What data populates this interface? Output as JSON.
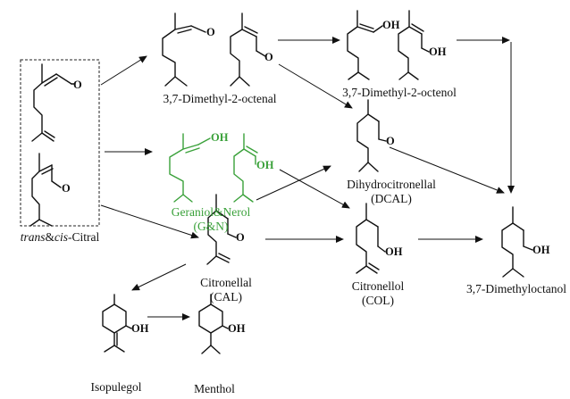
{
  "colors": {
    "ink": "#111111",
    "highlight": "#3aa13a"
  },
  "atoms": {
    "oxygen": "O",
    "hydroxyl": "OH"
  },
  "compounds": {
    "citral": {
      "italic": "trans",
      "amp": "&",
      "italic2": "cis",
      "rest": "-Citral"
    },
    "dimethyl_octenal": "3,7-Dimethyl-2-octenal",
    "dimethyl_octenol": "3,7-Dimethyl-2-octenol",
    "geraniol_nerol": "Geraniol&Nerol",
    "geraniol_nerol_abbr": "(G&N)",
    "dihydrocitronellal": "Dihydrocitronellal",
    "dihydrocitronellal_abbr": "(DCAL)",
    "citronellal": "Citronellal",
    "citronellal_abbr": "(CAL)",
    "citronellol": "Citronellol",
    "citronellol_abbr": "(COL)",
    "dimethyloctanol": "3,7-Dimethyloctanol",
    "isopulegol": "Isopulegol",
    "menthol": "Menthol"
  }
}
